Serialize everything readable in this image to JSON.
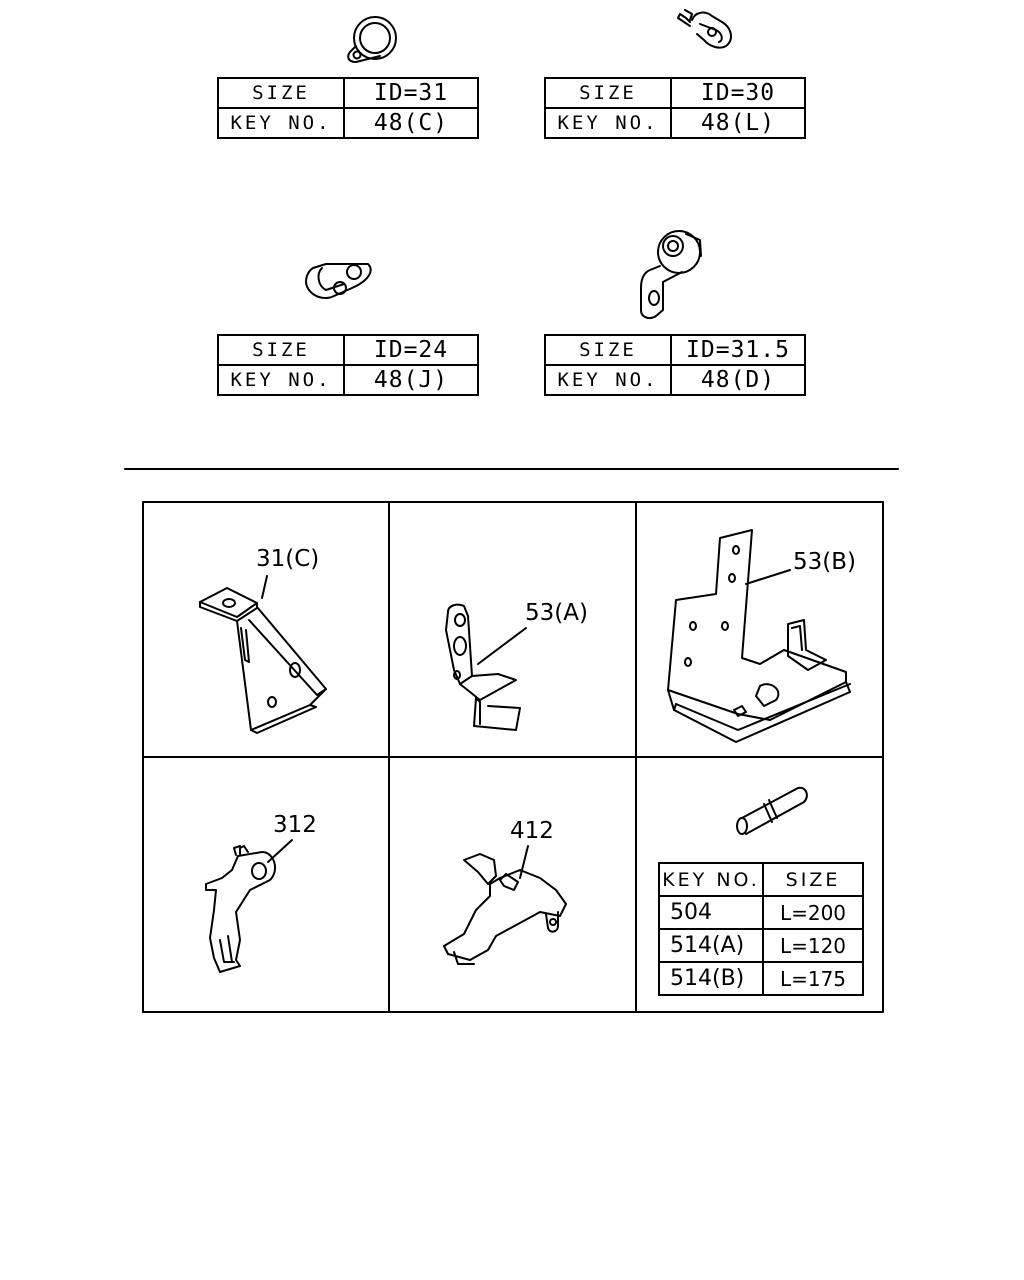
{
  "clip_tables": [
    {
      "size_label": "SIZE",
      "size_value": "ID=31",
      "key_label": "KEY NO.",
      "key_value": "48(C)",
      "icon": "p-clamp-icon"
    },
    {
      "size_label": "SIZE",
      "size_value": "ID=30",
      "key_label": "KEY NO.",
      "key_value": "48(L)",
      "icon": "spring-clip-icon"
    },
    {
      "size_label": "SIZE",
      "size_value": "ID=24",
      "key_label": "KEY NO.",
      "key_value": "48(J)",
      "icon": "flat-clamp-icon"
    },
    {
      "size_label": "SIZE",
      "size_value": "ID=31.5",
      "key_label": "KEY NO.",
      "key_value": "48(D)",
      "icon": "offset-clamp-icon"
    }
  ],
  "panels": [
    {
      "label": "31(C)",
      "icon": "triangular-bracket-icon"
    },
    {
      "label": "53(A)",
      "icon": "hook-bracket-icon"
    },
    {
      "label": "53(B)",
      "icon": "plate-bracket-icon"
    },
    {
      "label": "312",
      "icon": "lever-bracket-icon"
    },
    {
      "label": "412",
      "icon": "bridge-bracket-icon"
    }
  ],
  "hose_table": {
    "icon": "hose-icon",
    "header_key": "KEY NO.",
    "header_size": "SIZE",
    "rows": [
      {
        "key": "504",
        "size": "L=200"
      },
      {
        "key": "514(A)",
        "size": "L=120"
      },
      {
        "key": "514(B)",
        "size": "L=175"
      }
    ]
  }
}
